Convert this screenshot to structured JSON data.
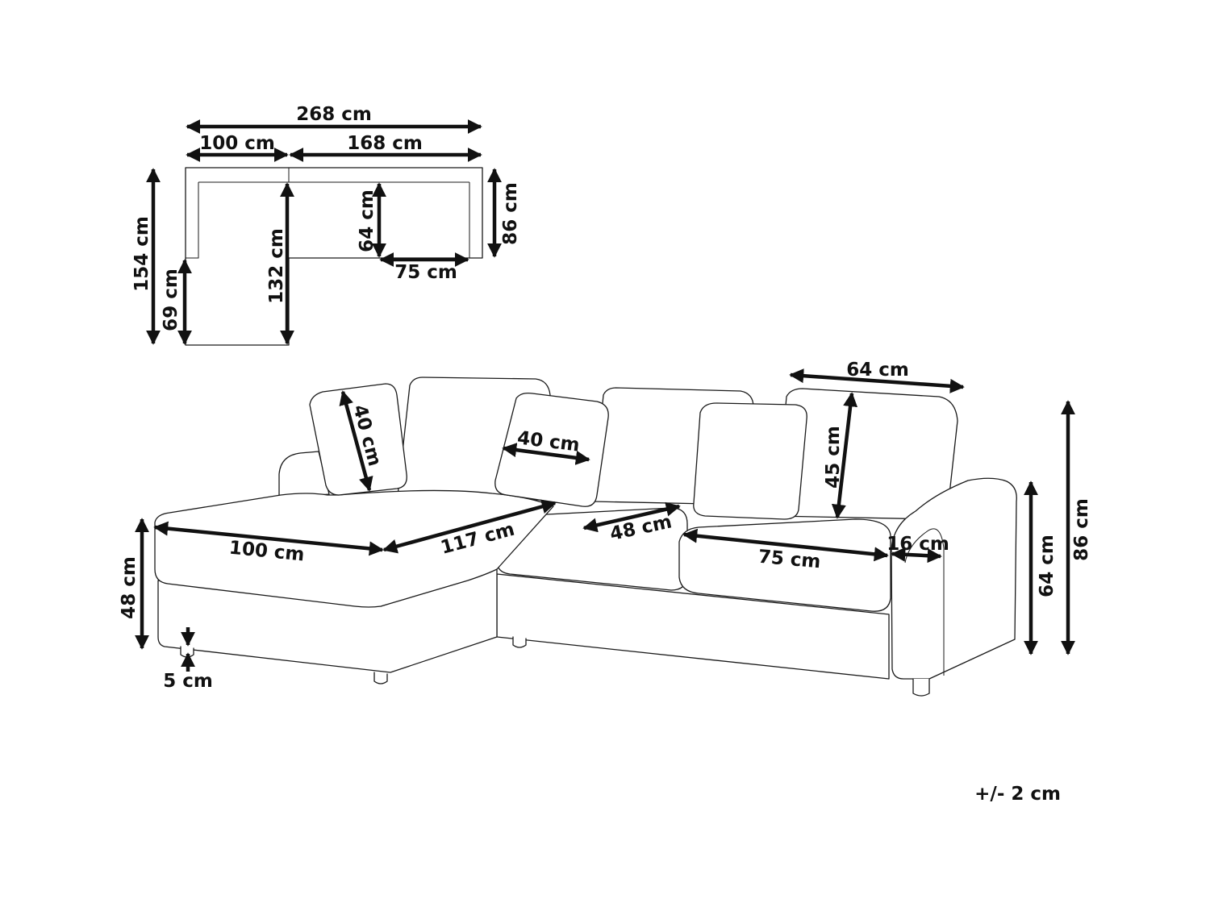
{
  "top_view": {
    "labels": {
      "total_width": "268 cm",
      "chaise_width": "100 cm",
      "sofa_width": "168 cm",
      "total_depth": "154 cm",
      "chaise_extension": "69 cm",
      "chaise_seat_depth": "132 cm",
      "seat_depth": "64 cm",
      "seat_width": "75 cm",
      "sofa_depth": "86 cm"
    }
  },
  "perspective_view": {
    "labels": {
      "pillow_left": "40 cm",
      "pillow_middle": "40 cm",
      "backrest_width": "64 cm",
      "backrest_height": "45 cm",
      "overall_height": "86 cm",
      "arm_height": "64 cm",
      "seat_height": "48 cm",
      "leg_height": "5 cm",
      "chaise_front": "100 cm",
      "chaise_side": "117 cm",
      "middle_seat_depth": "48 cm",
      "right_seat_width": "75 cm",
      "arm_width": "16 cm"
    }
  },
  "tolerance": "+/- 2 cm"
}
